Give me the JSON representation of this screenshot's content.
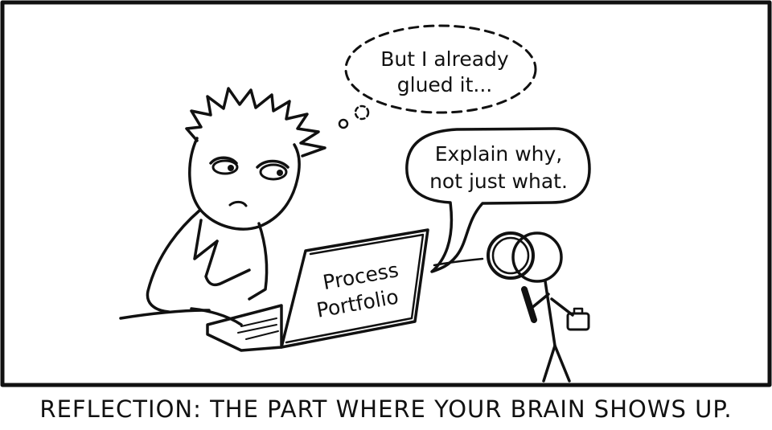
{
  "panel": {
    "thought_bubble": [
      "But I already",
      "glued it..."
    ],
    "speech_bubble": [
      "Explain why,",
      "not just what."
    ],
    "laptop_label": [
      "Process",
      "Portfolio"
    ]
  },
  "caption": "REFLECTION: THE PART WHERE YOUR BRAIN SHOWS UP."
}
